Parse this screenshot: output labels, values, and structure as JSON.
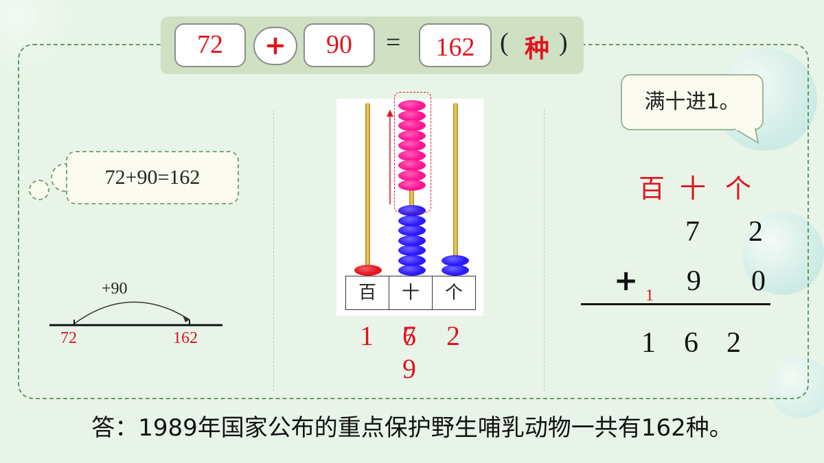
{
  "equation": {
    "addend1": "72",
    "operator": "+",
    "addend2": "90",
    "equals": "=",
    "sum": "162",
    "paren_open": "(",
    "unit": "种",
    "paren_close": ")"
  },
  "thought_bubble": {
    "text": "72+90=162"
  },
  "number_line": {
    "jump_label": "+90",
    "start": "72",
    "end": "162"
  },
  "abacus": {
    "places": [
      "百",
      "十",
      "个"
    ],
    "digits_below": {
      "hundreds": "1",
      "tens_overlay": [
        "7",
        "6"
      ],
      "tens_extra": "9",
      "ones": "2"
    },
    "bead_counts": {
      "hundreds": 1,
      "tens_moved": 10,
      "tens_remaining": 6,
      "ones": 2
    },
    "colors": {
      "hundreds_bead": "#e5141e",
      "tens_moved_bead": "#ff1493",
      "tens_bead": "#2a1aff",
      "ones_bead": "#2a1aff"
    }
  },
  "speech_bubble": {
    "text": "满十进1。"
  },
  "vertical": {
    "header": [
      "百",
      "十",
      "个"
    ],
    "row1": [
      "7",
      "2"
    ],
    "plus": "+",
    "carry": "1",
    "row2": [
      "9",
      "0"
    ],
    "result": [
      "1",
      "6",
      "2"
    ]
  },
  "answer": "答：1989年国家公布的重点保护野生哺乳动物一共有162种。"
}
